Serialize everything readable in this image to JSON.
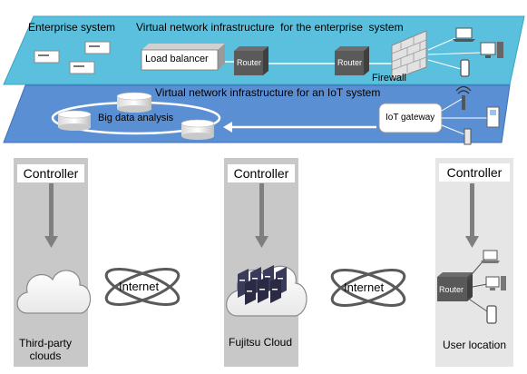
{
  "enterprise_layer": {
    "system_label": "Enterprise system",
    "title": "Virtual network infrastructure  for the enterprise  system",
    "load_balancer": "Load balancer",
    "router_1": "Router",
    "router_2": "Router",
    "firewall": "Firewall",
    "fill_color": "#5bc0de"
  },
  "iot_layer": {
    "title": "Virtual network infrastructure for an IoT system",
    "big_data": "Big data analysis",
    "gateway": "IoT gateway",
    "fill_color": "#5b8fd4"
  },
  "columns": {
    "third_party": {
      "controller": "Controller",
      "label_line1": "Third-party",
      "label_line2": "clouds"
    },
    "fujitsu": {
      "controller": "Controller",
      "label": "Fujitsu Cloud"
    },
    "user": {
      "controller": "Controller",
      "label": "User location",
      "router": "Router"
    }
  },
  "internet_left": "Internet",
  "internet_right": "Internet",
  "colors": {
    "column_gray": "#c8c8c8",
    "column_light": "#e6e6e6",
    "arrow_gray": "#7f7f7f"
  }
}
